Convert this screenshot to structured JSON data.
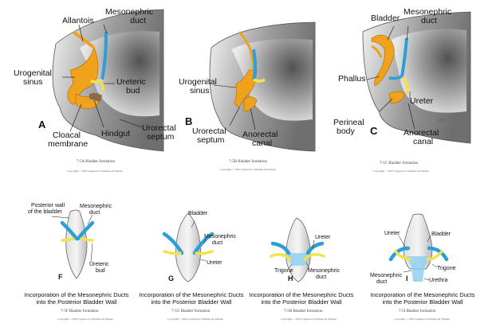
{
  "panels_top": [
    {
      "letter": "A",
      "labels": [
        "Allantois",
        "Mesonephric",
        "duct",
        "Urogenital",
        "sinus",
        "Ureteric",
        "bud",
        "Cloacal",
        "membrane",
        "Hindgut",
        "Urorectal",
        "septum"
      ],
      "caption": "7-5A  Bladder formation",
      "copyright": "Copyright © 2005 Lippincott Williams & Wilkins"
    },
    {
      "letter": "B",
      "labels": [
        "Urogenital",
        "sinus",
        "Urorectal",
        "septum",
        "Anorectal",
        "canal"
      ],
      "caption": "7-5B  Bladder formation",
      "copyright": "Copyright © 2005 Lippincott Williams & Wilkins"
    },
    {
      "letter": "C",
      "labels": [
        "Bladder",
        "Mesonephric",
        "duct",
        "Phallus",
        "Ureter",
        "Perineal",
        "body",
        "Anorectal",
        "canal"
      ],
      "caption": "7-5C  Bladder formation",
      "copyright": "Copyright © 2005 Lippincott Williams & Wilkins",
      "signature": "abr."
    }
  ],
  "panels_bottom": [
    {
      "letter": "F",
      "labels": [
        "Posterior wall",
        "of the bladder",
        "Mesonephric",
        "duct",
        "Ureteric",
        "bud"
      ],
      "title": [
        "Incorporation of the Mesonephric Ducts",
        "into the Posterior Bladder Wall"
      ],
      "caption": "7-5F  Bladder formation",
      "copyright": "Copyright © 2005 Lippincott Williams & Wilkins"
    },
    {
      "letter": "G",
      "labels": [
        "Bladder",
        "Mesonephric",
        "duct",
        "Ureter"
      ],
      "title": [
        "Incorporation of the Mesonephric Ducts",
        "into the Posterior Bladder Wall"
      ],
      "caption": "7-5G  Bladder formation",
      "copyright": "Copyright © 2005 Lippincott Williams & Wilkins"
    },
    {
      "letter": "H",
      "labels": [
        "Ureter",
        "Trigone",
        "Mesonephric",
        "duct"
      ],
      "title": [
        "Incorporation of the Mesonephric Ducts",
        "into the Posterior Bladder Wall"
      ],
      "caption": "7-5H  Bladder formation",
      "copyright": "Copyright © 2005 Lippincott Williams & Wilkins"
    },
    {
      "letter": "I",
      "labels": [
        "Ureter",
        "Bladder",
        "Trigone",
        "Mesonephric",
        "duct",
        "Urethra"
      ],
      "title": [
        "Incorporation of the Mesonephric Ducts",
        "into the Posterior Bladder Wall"
      ],
      "caption": "7-5I  Bladder formation",
      "copyright": "Copyright © 2005 Lippincott Williams & Wilkins"
    }
  ],
  "colors": {
    "mesonephric_duct": "#2e9fd6",
    "ureter": "#f2e24a",
    "sinus": "#f0a21c",
    "embryo_gray": "#8a8a8a"
  }
}
